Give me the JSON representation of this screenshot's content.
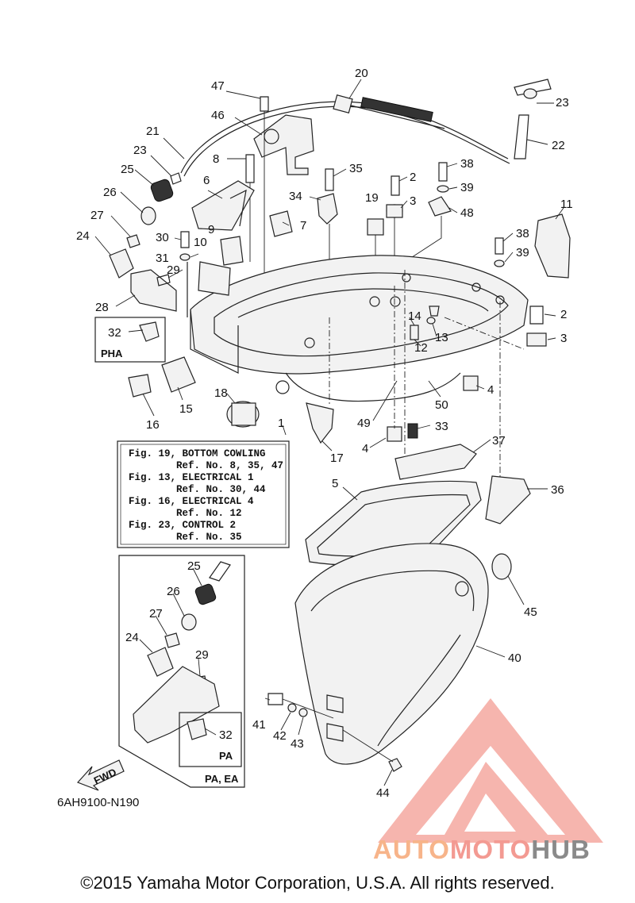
{
  "diagram_code": "6AH9100-N190",
  "copyright": "©2015 Yamaha Motor Corporation, U.S.A. All rights reserved.",
  "watermark": {
    "part1": "AUTO",
    "part2": "MOTO",
    "part3": "HUB",
    "colors": {
      "auto": "#f7b48a",
      "moto": "#f39a92",
      "hub": "#8a8a8a",
      "logo": "#f4a39a"
    }
  },
  "reference_box": {
    "lines": [
      "Fig. 19, BOTTOM COWLING",
      "Ref. No. 8, 35, 47",
      "Fig. 13, ELECTRICAL 1",
      "Ref. No. 30, 44",
      "Fig. 16, ELECTRICAL 4",
      "Ref. No. 12",
      "Fig. 23, CONTROL 2",
      "Ref. No. 35"
    ]
  },
  "variant_labels": {
    "pha": "PHA",
    "pa": "PA",
    "pa_ea": "PA, EA",
    "fwd": "FWD"
  },
  "callouts": {
    "c1": "1",
    "c2": "2",
    "c2b": "2",
    "c3": "3",
    "c3b": "3",
    "c4": "4",
    "c4b": "4",
    "c5": "5",
    "c6": "6",
    "c7": "7",
    "c8": "8",
    "c9": "9",
    "c10": "10",
    "c11": "11",
    "c12": "12",
    "c13": "13",
    "c14": "14",
    "c15": "15",
    "c16": "16",
    "c17": "17",
    "c18": "18",
    "c19": "19",
    "c20": "20",
    "c21": "21",
    "c22": "22",
    "c23": "23",
    "c23b": "23",
    "c24": "24",
    "c24b": "24",
    "c25": "25",
    "c25b": "25",
    "c26": "26",
    "c26b": "26",
    "c27": "27",
    "c27b": "27",
    "c28": "28",
    "c29": "29",
    "c29b": "29",
    "c30": "30",
    "c31": "31",
    "c32": "32",
    "c32b": "32",
    "c33": "33",
    "c34": "34",
    "c35": "35",
    "c36": "36",
    "c37": "37",
    "c38": "38",
    "c38b": "38",
    "c39": "39",
    "c39b": "39",
    "c40": "40",
    "c41": "41",
    "c42": "42",
    "c43": "43",
    "c44": "44",
    "c45": "45",
    "c46": "46",
    "c47": "47",
    "c48": "48",
    "c49": "49",
    "c50": "50"
  }
}
